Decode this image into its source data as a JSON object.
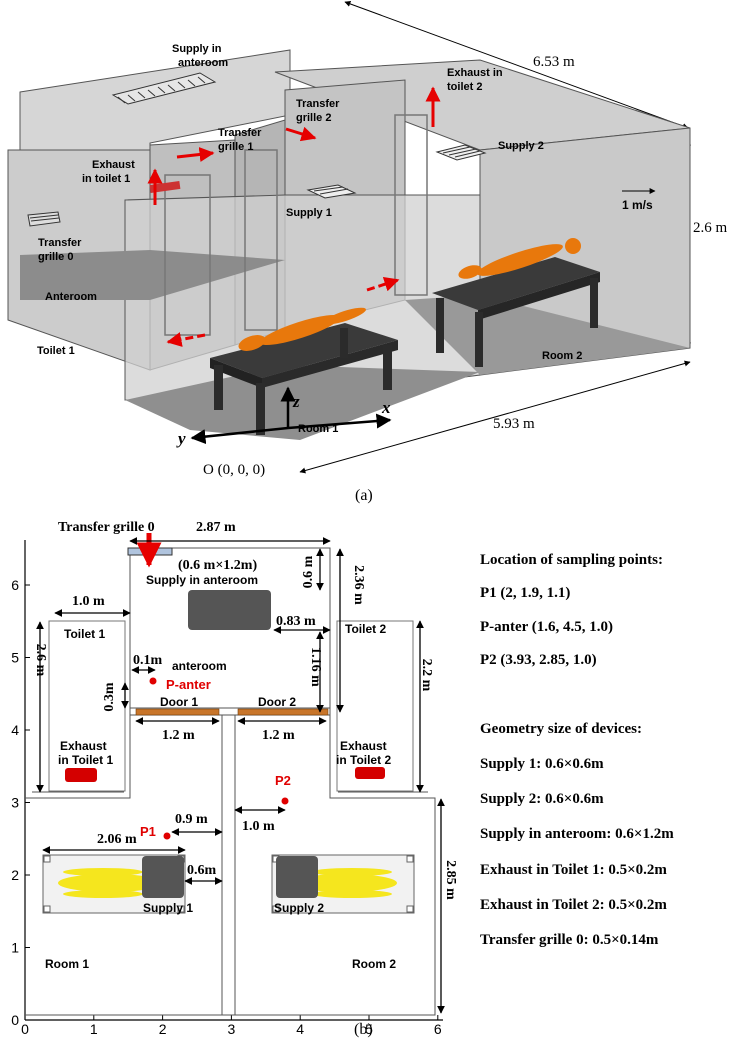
{
  "panel_a": {
    "caption": "(a)",
    "dims": {
      "top": "6.53 m",
      "right": "2.6 m",
      "bottom": "5.93 m"
    },
    "labels": {
      "supply_anteroom_1": "Supply in",
      "supply_anteroom_2": "anteroom",
      "exhaust_t2_1": "Exhaust in",
      "exhaust_t2_2": "toilet 2",
      "transfer2_1": "Transfer",
      "transfer2_2": "grille 2",
      "transfer1_1": "Transfer",
      "transfer1_2": "grille 1",
      "exhaust_t1_1": "Exhaust",
      "exhaust_t1_2": "in toilet 1",
      "supply2": "Supply 2",
      "supply1": "Supply 1",
      "velocity": "1 m/s",
      "transfer0_1": "Transfer",
      "transfer0_2": "grille 0",
      "anteroom": "Anteroom",
      "toilet1": "Toilet 1",
      "room1": "Room 1",
      "room2": "Room 2",
      "axis_x": "x",
      "axis_y": "y",
      "axis_z": "z",
      "origin": "O (0, 0, 0)"
    }
  },
  "panel_b": {
    "caption": "(b)",
    "x_ticks": [
      "0",
      "1",
      "2",
      "3",
      "4",
      "5",
      "6"
    ],
    "y_ticks": [
      "0",
      "1",
      "2",
      "3",
      "4",
      "5",
      "6"
    ],
    "labels": {
      "transfer_grille_0": "Transfer grille 0",
      "w287": "2.87 m",
      "grille_size": "(0.6 m×1.2m)",
      "d06": "0.6 m",
      "d236": "2.36 m",
      "supply_anteroom": "Supply in anteroom",
      "w10": "1.0 m",
      "toilet1": "Toilet 1",
      "d083": "0.83 m",
      "toilet2": "Toilet 2",
      "d116": "1.16 m",
      "d01": "0.1m",
      "anteroom": "anteroom",
      "d26": "2.6 m",
      "d03": "0.3m",
      "p_anter": "P-anter",
      "d22": "2.2 m",
      "door1": "Door 1",
      "door2": "Door 2",
      "w12a": "1.2 m",
      "w12b": "1.2 m",
      "exhaust_t1_1": "Exhaust",
      "exhaust_t1_2": "in Toilet 1",
      "exhaust_t2_1": "Exhaust",
      "exhaust_t2_2": "in Toilet 2",
      "p2": "P2",
      "d09": "0.9 m",
      "p1": "P1",
      "d10b": "1.0 m",
      "d285": "2.85 m",
      "w206": "2.06 m",
      "d06b": "0.6m",
      "supply1": "Supply 1",
      "supply2": "Supply 2",
      "room1": "Room 1",
      "room2": "Room 2"
    }
  },
  "info": {
    "sampling_title": "Location of sampling points:",
    "p1": "P1 (2, 1.9, 1.1)",
    "p_anter": "P-anter (1.6, 4.5, 1.0)",
    "p2": "P2 (3.93, 2.85, 1.0)",
    "geometry_title": "Geometry size of devices:",
    "supply1": "Supply 1: 0.6×0.6m",
    "supply2": "Supply 2: 0.6×0.6m",
    "supply_anteroom": "Supply in anteroom: 0.6×1.2m",
    "exhaust_t1": "Exhaust in Toilet 1: 0.5×0.2m",
    "exhaust_t2": "Exhaust in Toilet 2: 0.5×0.2m",
    "transfer0": "Transfer grille 0: 0.5×0.14m"
  },
  "colors": {
    "wall_fill": "#d6d6d6",
    "floor_fill": "#8c8c8c",
    "body_orange": "#e8780c",
    "table_dark": "#3a3a3a",
    "arrow_red": "#e60000",
    "body_yellow": "#f5e61e",
    "exhaust_red": "#d40000",
    "device_gray": "#555555",
    "door_brown": "#c8752a"
  }
}
